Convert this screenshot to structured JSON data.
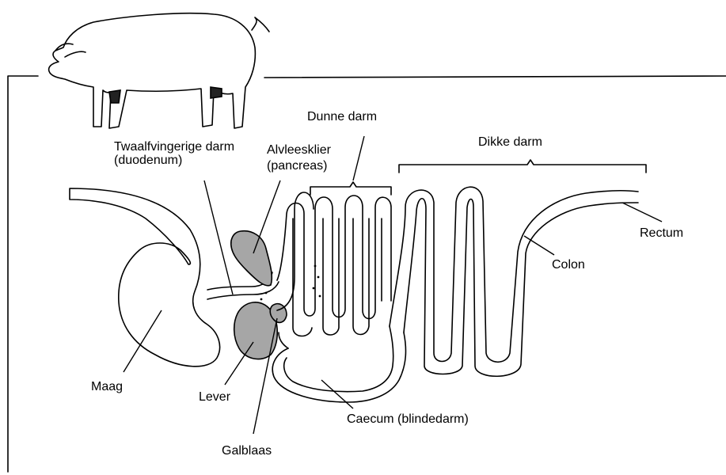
{
  "labels": {
    "duodenum_line1": "Twaalfvingerige darm",
    "duodenum_line2": "(duodenum)",
    "pancreas_line1": "Alvleesklier",
    "pancreas_line2": "(pancreas)",
    "small_intestine": "Dunne darm",
    "large_intestine": "Dikke darm",
    "rectum": "Rectum",
    "colon": "Colon",
    "stomach": "Maag",
    "liver": "Lever",
    "gallbladder": "Galblaas",
    "caecum": "Caecum (blindedarm)"
  },
  "colors": {
    "ink": "#000000",
    "organ_shade": "#a6a6a6",
    "background": "#ffffff"
  },
  "icons": {
    "animal": "pig-icon"
  }
}
